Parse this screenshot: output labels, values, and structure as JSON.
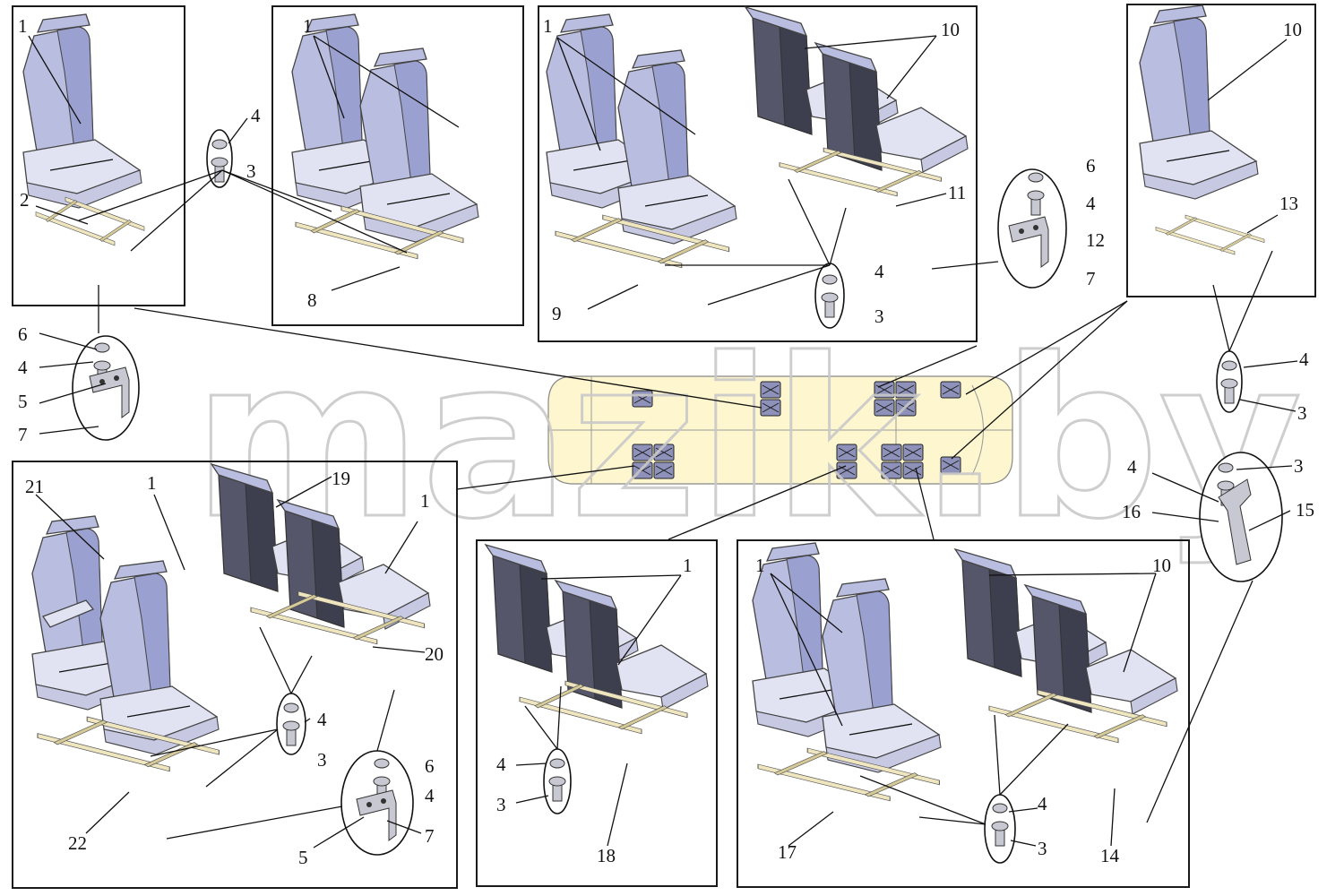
{
  "watermark": "mazik.by",
  "callouts": {
    "n1": "1",
    "n2": "2",
    "n3": "3",
    "n4": "4",
    "n5": "5",
    "n6": "6",
    "n7": "7",
    "n8": "8",
    "n9": "9",
    "n10": "10",
    "n11": "11",
    "n12": "12",
    "n13": "13",
    "n14": "14",
    "n15": "15",
    "n16": "16",
    "n17": "17",
    "n18": "18",
    "n19": "19",
    "n20": "20",
    "n21": "21",
    "n22": "22"
  },
  "colors": {
    "seat_light": "#b9bde0",
    "seat_dark": "#55566a",
    "rail": "#efe6bf",
    "bus_floor": "#fdf6cf"
  }
}
